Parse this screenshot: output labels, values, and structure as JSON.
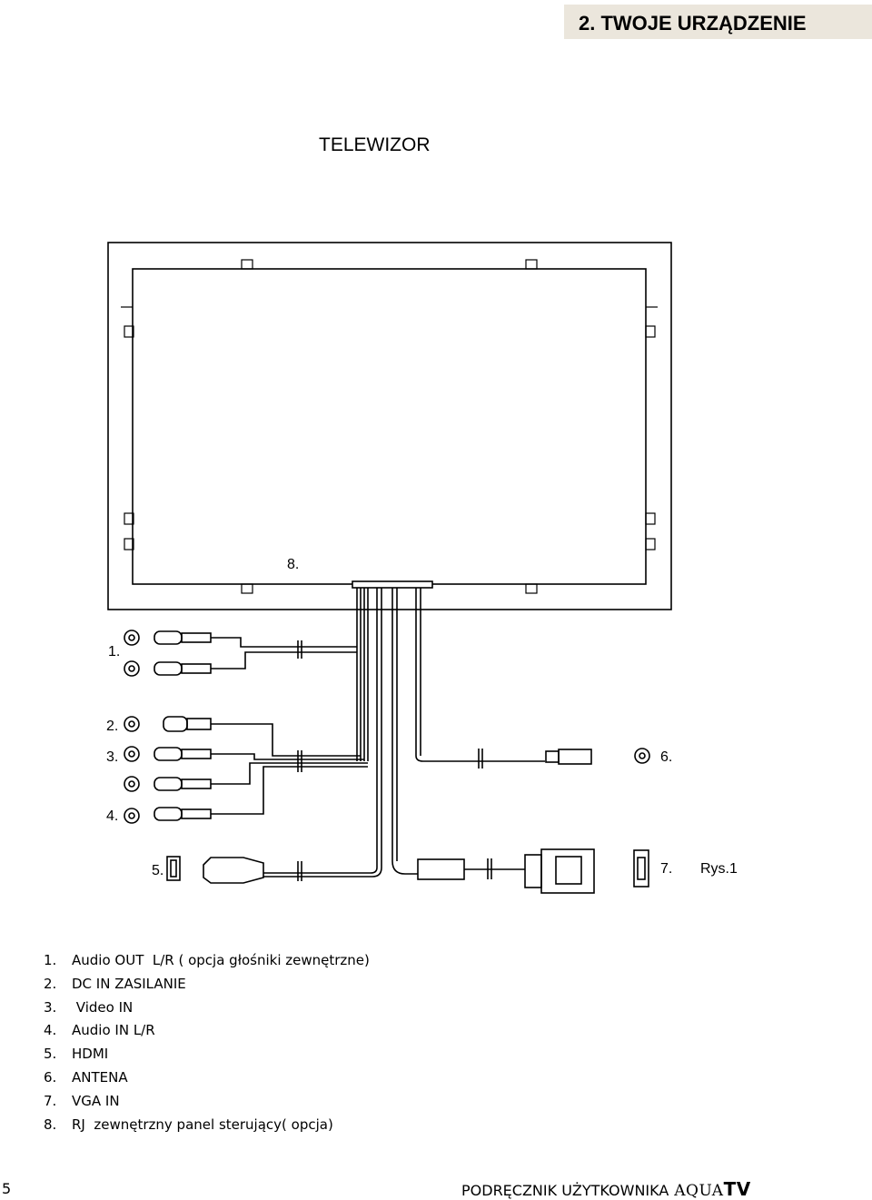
{
  "header": {
    "section_title": "2. TWOJE URZĄDZENIE"
  },
  "page_title": "TELEWIZOR",
  "diagram": {
    "callouts": {
      "c1": "1.",
      "c2": "2.",
      "c3": "3.",
      "c4": "4.",
      "c5": "5.",
      "c6": "6.",
      "c7": "7.",
      "c8": "8.",
      "figure": "Rys.1"
    }
  },
  "legend": [
    {
      "num": "1.",
      "text": "Audio OUT  L/R ( opcja głośniki zewnętrzne)"
    },
    {
      "num": "2.",
      "text": "DC IN ZASILANIE"
    },
    {
      "num": "3.",
      "text": " Video IN"
    },
    {
      "num": "4.",
      "text": "Audio IN L/R"
    },
    {
      "num": "5.",
      "text": "HDMI"
    },
    {
      "num": "6.",
      "text": "ANTENA"
    },
    {
      "num": "7.",
      "text": "VGA IN"
    },
    {
      "num": "8.",
      "text": "RJ  zewnętrzny panel sterujący( opcja)"
    }
  ],
  "footer": {
    "page_number": "5",
    "manual_label": "PODRĘCZNIK UŻYTKOWNIKA",
    "logo_main": "AQUA",
    "logo_tv": "TV"
  }
}
